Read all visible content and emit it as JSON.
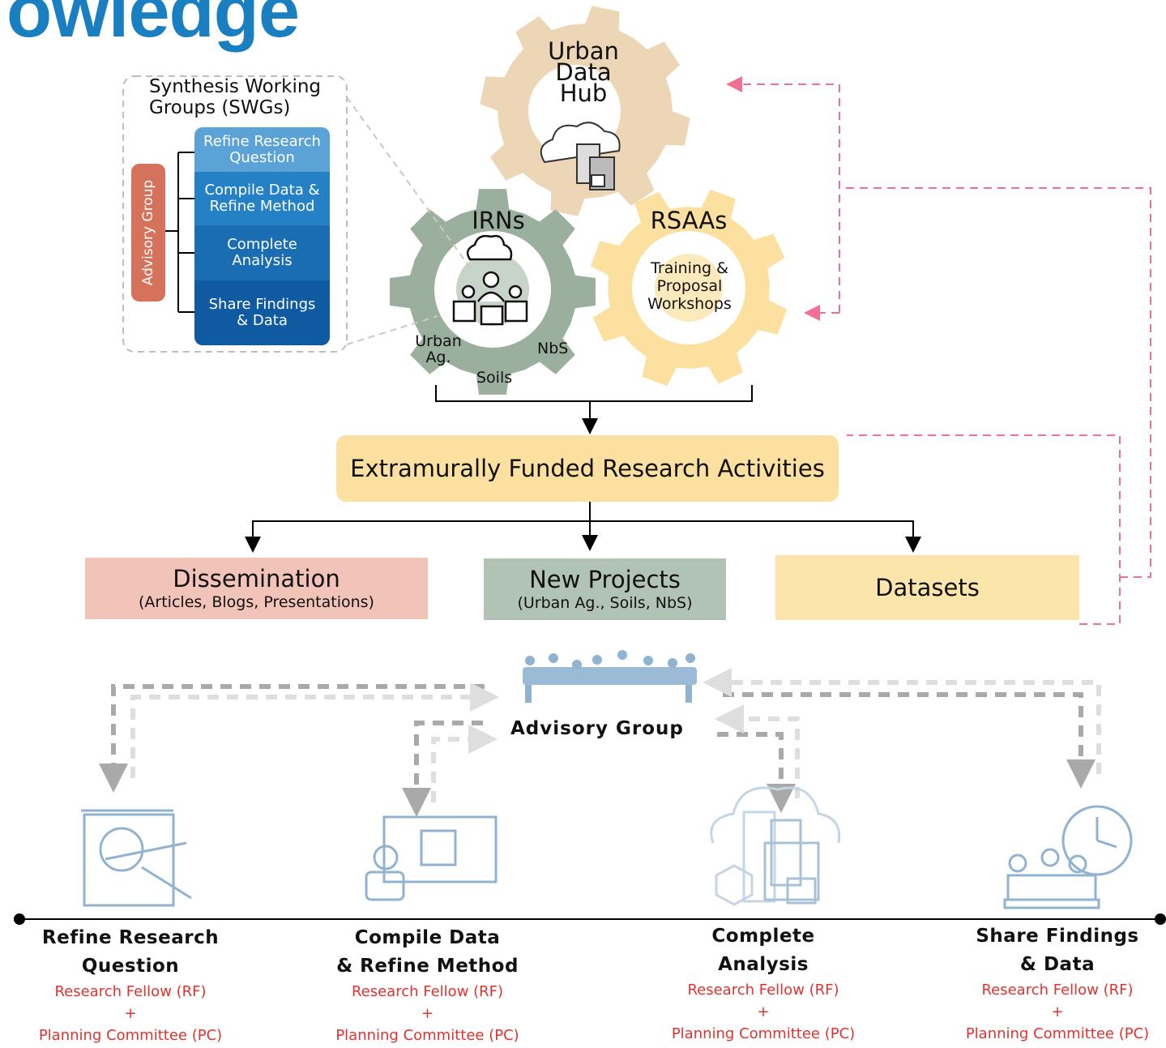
{
  "header": {
    "title_fragment": "owledge"
  },
  "gears": {
    "data_hub": "Urban\nData\nHub",
    "irns": "IRNs",
    "rsaas": "RSAAs",
    "rsaas_sub": "Training &\nProposal\nWorkshops",
    "topic_urban_ag": "Urban\nAg.",
    "topic_soils": "Soils",
    "topic_nbs": "NbS"
  },
  "swg": {
    "title": "Synthesis Working\nGroups (SWGs)",
    "advisory": "Advisory Group",
    "steps": [
      "Refine Research\nQuestion",
      "Compile Data &\nRefine Method",
      "Complete\nAnalysis",
      "Share Findings\n& Data"
    ]
  },
  "funded": "Extramurally Funded Research Activities",
  "outputs": {
    "dissemination": {
      "title": "Dissemination",
      "sub": "(Articles, Blogs, Presentations)"
    },
    "new_projects": {
      "title": "New Projects",
      "sub": "(Urban Ag., Soils, NbS)"
    },
    "datasets": {
      "title": "Datasets"
    }
  },
  "advisory_group_label": "Advisory Group",
  "timeline": {
    "steps": [
      {
        "title": "Refine Research\nQuestion",
        "rf": "Research Fellow (RF)",
        "plus": "+",
        "pc": "Planning Committee (PC)"
      },
      {
        "title": "Compile Data\n& Refine Method",
        "rf": "Research Fellow (RF)",
        "plus": "+",
        "pc": "Planning Committee (PC)"
      },
      {
        "title": "Complete\nAnalysis",
        "rf": "Research Fellow (RF)",
        "plus": "+",
        "pc": "Planning Committee (PC)"
      },
      {
        "title": "Share Findings\n& Data",
        "rf": "Research Fellow (RF)",
        "plus": "+",
        "pc": "Planning Committee (PC)"
      }
    ]
  },
  "colors": {
    "title_blue": "#1a7fc1",
    "hub_tan": "#ecd6b5",
    "irn_green": "#9aaf9d",
    "rsaa_yellow": "#fbe0a0",
    "advisory_red": "#d4725c",
    "dissemination_pink": "#f2c3b8",
    "projects_green": "#b1c3b4",
    "datasets_yellow": "#fce5ab",
    "funded_yellow": "#fbe0a0",
    "dash_pink": "#ef7093",
    "role_red": "#e0322f"
  }
}
